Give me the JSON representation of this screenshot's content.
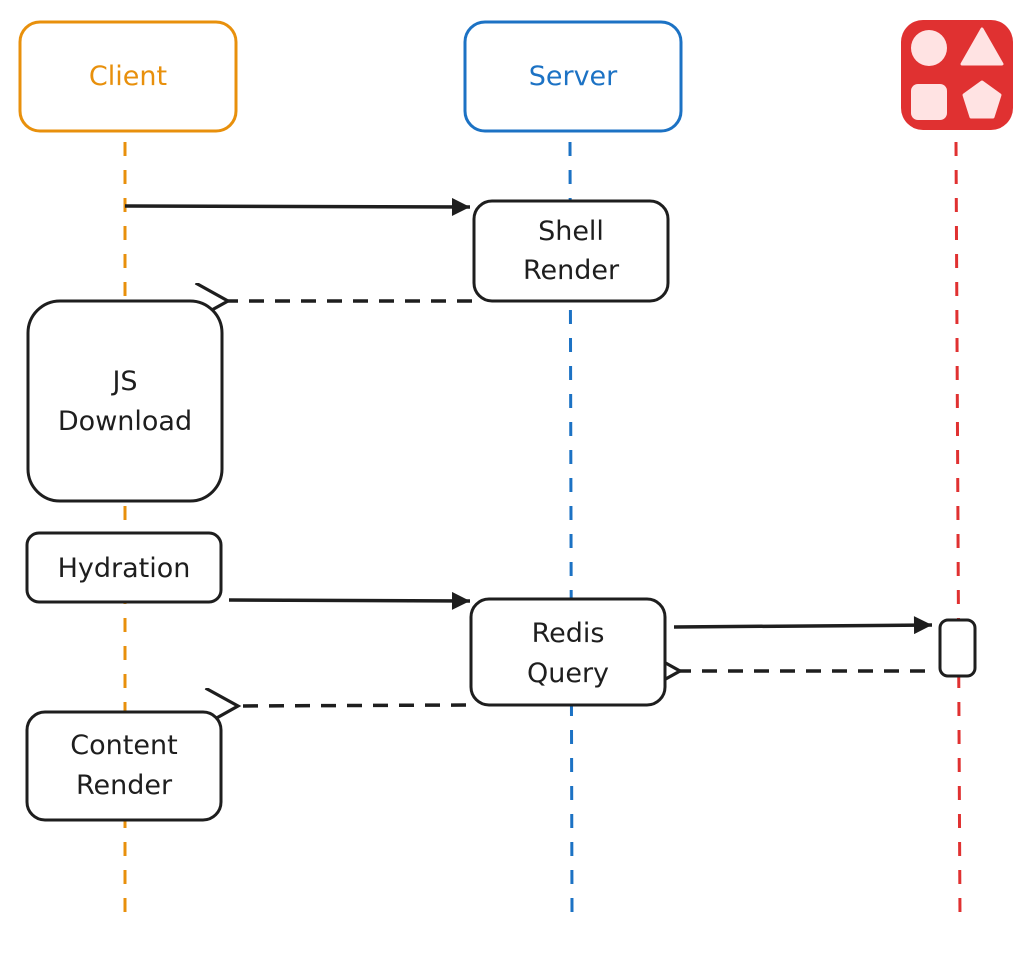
{
  "participants": {
    "client": {
      "label": "Client",
      "color": "#e8900c"
    },
    "server": {
      "label": "Server",
      "color": "#1c72c4"
    },
    "redis": {
      "icon": "redis-shapes-logo-icon",
      "color": "#e03131"
    }
  },
  "activations": {
    "shell_render": [
      "Shell",
      "Render"
    ],
    "js_download": [
      "JS",
      "Download"
    ],
    "hydration": [
      "Hydration"
    ],
    "redis_query": [
      "Redis",
      "Query"
    ],
    "content_render": [
      "Content",
      "Render"
    ]
  },
  "colors": {
    "stroke": "#1e1e1e",
    "background": "#ffffff"
  }
}
